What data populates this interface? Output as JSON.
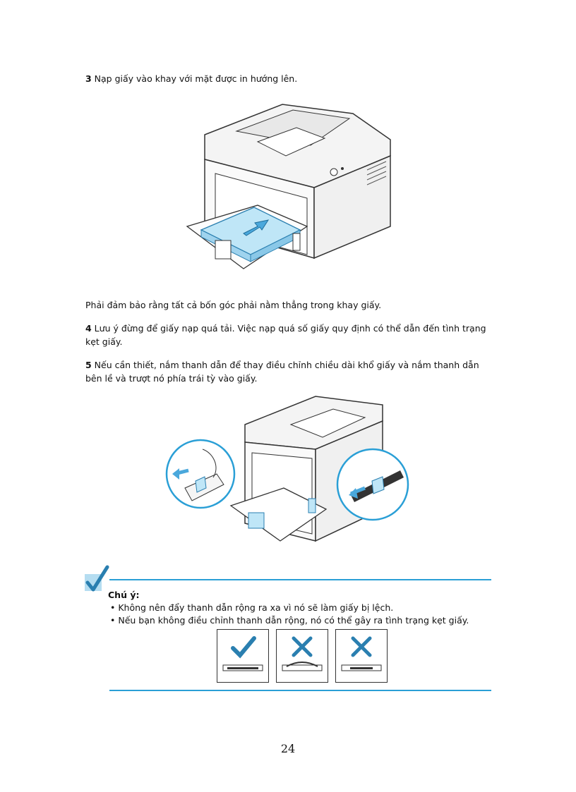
{
  "steps": {
    "s3": {
      "num": "3",
      "text": " Nạp giấy vào khay với mặt được in hướng lên."
    },
    "s3_note": "Phải đảm bảo rằng tất cả bốn góc phải nằm thẳng trong khay giấy.",
    "s4": {
      "num": "4",
      "text": " Lưu ý đừng để giấy nạp quá tải. Việc nạp quá số giấy quy định có thể dẫn đến tình trạng kẹt giấy."
    },
    "s5": {
      "num": "5",
      "text": " Nếu cần thiết, nắm thanh dẫn để thay điều chỉnh chiều dài khổ giấy và nắm thanh dẫn bên lề và trượt nó phía trái tỳ vào giấy."
    }
  },
  "note": {
    "title": "Chú ý:",
    "bullets": [
      "• Không nên đẩy thanh dẫn rộng ra xa vì nó sẽ làm giấy bị lệch.",
      "• Nếu bạn không điều chỉnh thanh dẫn rộng, nó có thể gây ra tình trạng kẹt giấy."
    ]
  },
  "page_number": "24",
  "colors": {
    "accent": "#2a9fd6",
    "paper": "#bfe6f7",
    "arrow": "#4aa8dc"
  },
  "icons": [
    "checkmark-note-icon",
    "check-mark-icon",
    "cross-mark-icon"
  ]
}
